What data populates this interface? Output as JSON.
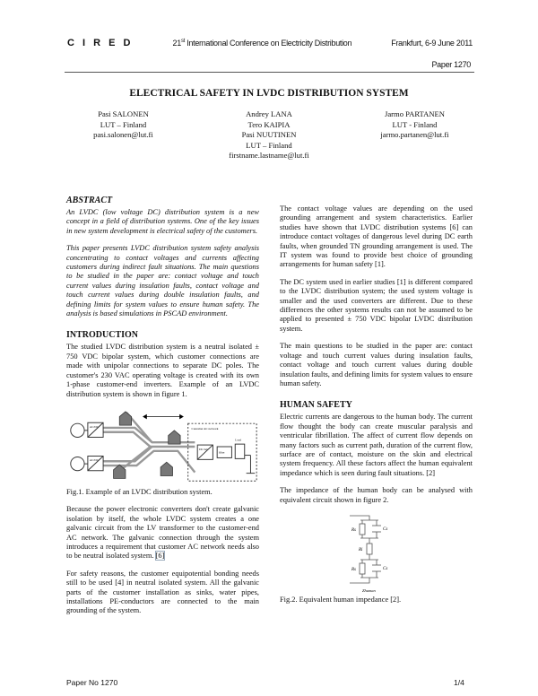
{
  "header": {
    "logo": "C I R E D",
    "conference_prefix": "21",
    "conference_sup": "st",
    "conference_rest": " International Conference on Electricity Distribution",
    "location_date": "Frankfurt, 6-9 June 2011",
    "paper_id": "Paper 1270"
  },
  "title": "ELECTRICAL SAFETY IN LVDC DISTRIBUTION SYSTEM",
  "authors": [
    {
      "lines": [
        "Pasi SALONEN",
        "LUT – Finland",
        "pasi.salonen@lut.fi"
      ]
    },
    {
      "lines": [
        "Andrey LANA",
        "Tero KAIPIA",
        "Pasi NUUTINEN",
        "LUT – Finland",
        "firstname.lastname@lut.fi"
      ]
    },
    {
      "lines": [
        "Jarmo PARTANEN",
        "LUT - Finland",
        "jarmo.partanen@lut.fi"
      ]
    }
  ],
  "left_column": {
    "abstract_heading": "ABSTRACT",
    "abstract_p1": "An LVDC (low voltage DC) distribution system is a new concept in a field of distribution systems. One of the key issues in new system development is electrical safety of the customers.",
    "abstract_p2": "This paper presents LVDC distribution system safety analysis concentrating to contact voltages and currents affecting customers during indirect fault situations. The main questions to be studied in the paper are: contact voltage and touch current values during insulation faults, contact voltage and touch current values during double insulation faults, and defining limits for system values to ensure human safety. The analysis is based simulations in PSCAD environment.",
    "intro_heading": "INTRODUCTION",
    "intro_p1": "The studied LVDC distribution system is a neutral isolated ± 750 VDC bipolar system, which customer connections are made with unipolar connections to separate DC poles. The customer's 230 VAC operating voltage is created with its own 1-phase customer-end inverters. Example of an LVDC distribution system is shown in figure 1.",
    "fig1_labels": {
      "network": "Customer AC network",
      "load": "Load",
      "conv1": "AC/DC",
      "conv2": "AC/DC",
      "inverter": "DC/AC",
      "filter": "filter"
    },
    "fig1_caption": "Fig.1. Example of an LVDC distribution system.",
    "p2": "Because the power electronic converters don't create galvanic isolation by itself, the whole LVDC system creates a one galvanic circuit from the LV transformer to the customer-end AC network. The galvanic connection through the system introduces a requirement that customer AC network needs also to be neutral isolated system.",
    "p2_ref": "[6]",
    "p3": "For safety reasons, the customer equipotential bonding needs still to be used [4] in neutral isolated system. All the galvanic parts of the customer installation as sinks, water pipes, installations PE-conductors are connected to the main grounding of the system."
  },
  "right_column": {
    "p1": "The contact voltage values are depending on the used grounding arrangement and system characteristics. Earlier studies have shown that LVDC distribution systems [6] can introduce contact voltages of dangerous level during DC earth faults, when grounded TN grounding arrangement is used. The IT system was found to provide best choice of grounding arrangements for human safety [1].",
    "p2": "The DC system used in earlier studies [1] is different compared to the LVDC distribution system; the used system voltage is smaller and the used converters are different. Due to these differences the other systems results can not be assumed to be applied to presented ± 750 VDC bipolar LVDC distribution system.",
    "p3": "The main questions to be studied in the paper are: contact voltage and touch current values during insulation faults, contact voltage and touch current values during double insulation faults, and defining limits for system values to ensure human safety.",
    "safety_heading": "HUMAN SAFETY",
    "safety_p1": "Electric currents are dangerous to the human body. The current flow thought the body can create muscular paralysis and ventricular fibrillation. The affect of current flow depends on many factors such as current path, duration of the current flow, surface are of contact, moisture on the skin and electrical system frequency. All these factors affect the human equivalent impedance which is seen during fault situations. [2]",
    "safety_p2": "The impedance of the human body can be analysed with equivalent circuit shown in figure 2.",
    "fig2_labels": {
      "rs1": "Rs",
      "cs1": "Cs",
      "ri": "Ri",
      "rs2": "Rs",
      "cs2": "Cs",
      "z": "Zhuman"
    },
    "fig2_caption": "Fig.2. Equivalent human impedance [2]."
  },
  "footer": {
    "paper_no": "Paper No  1270",
    "page": "1/4"
  }
}
